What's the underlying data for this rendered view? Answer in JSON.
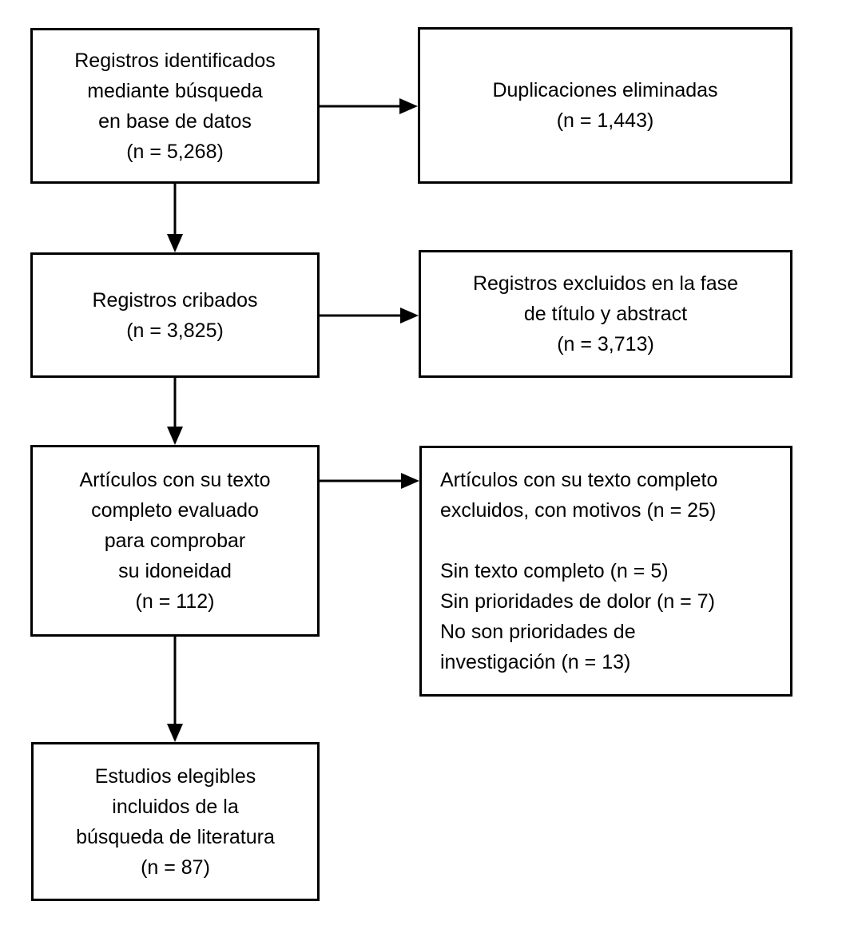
{
  "diagram": {
    "type": "flowchart",
    "language": "es",
    "colors": {
      "background": "#ffffff",
      "border": "#000000",
      "text": "#000000",
      "arrow": "#000000"
    },
    "boxes": {
      "identified": {
        "text": [
          "Registros identificados",
          "mediante búsqueda",
          "en base de datos",
          "(n = 5,268)"
        ],
        "n": 5268
      },
      "duplicates_removed": {
        "text": [
          "Duplicaciones eliminadas",
          "(n = 1,443)"
        ],
        "n": 1443
      },
      "screened": {
        "text": [
          "Registros cribados",
          "(n = 3,825)"
        ],
        "n": 3825
      },
      "excluded_title_abstract": {
        "text": [
          "Registros excluidos en la fase",
          "de título y abstract",
          "(n = 3,713)"
        ],
        "n": 3713
      },
      "fulltext_assessed": {
        "text": [
          "Artículos con su texto",
          "completo evaluado",
          "para comprobar",
          "su idoneidad",
          "(n = 112)"
        ],
        "n": 112
      },
      "fulltext_excluded": {
        "text": [
          "Artículos con su texto completo",
          "excluidos, con motivos (n = 25)",
          "",
          "Sin texto completo (n = 5)",
          "Sin prioridades de dolor (n = 7)",
          "No son prioridades de",
          "investigación (n = 13)"
        ],
        "n": 25,
        "reasons": [
          {
            "label": "Sin texto completo",
            "n": 5
          },
          {
            "label": "Sin prioridades de dolor",
            "n": 7
          },
          {
            "label": "No son prioridades de investigación",
            "n": 13
          }
        ]
      },
      "included": {
        "text": [
          "Estudios elegibles",
          "incluidos de la",
          "búsqueda de literatura",
          "(n = 87)"
        ],
        "n": 87
      }
    },
    "arrows": [
      {
        "from": "identified",
        "to": "duplicates_removed",
        "direction": "right"
      },
      {
        "from": "identified",
        "to": "screened",
        "direction": "down"
      },
      {
        "from": "screened",
        "to": "excluded_title_abstract",
        "direction": "right"
      },
      {
        "from": "screened",
        "to": "fulltext_assessed",
        "direction": "down"
      },
      {
        "from": "fulltext_assessed",
        "to": "fulltext_excluded",
        "direction": "right"
      },
      {
        "from": "fulltext_assessed",
        "to": "included",
        "direction": "down"
      }
    ]
  }
}
